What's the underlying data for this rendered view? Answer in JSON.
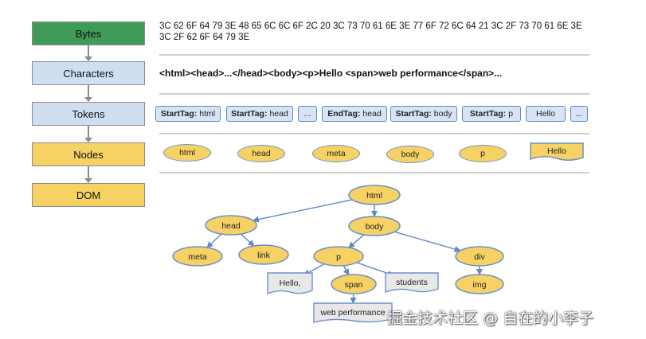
{
  "stages": [
    "Bytes",
    "Characters",
    "Tokens",
    "Nodes",
    "DOM"
  ],
  "bytes_text": "3C 62 6F 64 79 3E 48 65 6C 6C 6F 2C 20 3C 73 70 61 6E 3E 77 6F 72 6C 64 21 3C 2F 73 70 61 6E 3E 3C 2F 62 6F 64 79 3E",
  "characters_text": "<html><head>...</head><body><p>Hello <span>web performance</span>...",
  "tokens": [
    {
      "tag": "StartTag:",
      "value": "html"
    },
    {
      "tag": "StartTag:",
      "value": "head"
    },
    {
      "tag": "",
      "value": "..."
    },
    {
      "tag": "EndTag:",
      "value": "head"
    },
    {
      "tag": "StartTag:",
      "value": "body"
    },
    {
      "tag": "StartTag:",
      "value": "p"
    },
    {
      "tag": "",
      "value": "Hello"
    },
    {
      "tag": "",
      "value": "..."
    }
  ],
  "nodes": [
    "html",
    "head",
    "meta",
    "body",
    "p",
    "Hello"
  ],
  "dom_tree": {
    "nodes": [
      {
        "id": "html",
        "label": "html",
        "kind": "element"
      },
      {
        "id": "head",
        "label": "head",
        "kind": "element"
      },
      {
        "id": "body",
        "label": "body",
        "kind": "element"
      },
      {
        "id": "meta",
        "label": "meta",
        "kind": "element"
      },
      {
        "id": "link",
        "label": "link",
        "kind": "element"
      },
      {
        "id": "p",
        "label": "p",
        "kind": "element"
      },
      {
        "id": "div",
        "label": "div",
        "kind": "element"
      },
      {
        "id": "hello",
        "label": "Hello,",
        "kind": "text"
      },
      {
        "id": "span",
        "label": "span",
        "kind": "element"
      },
      {
        "id": "students",
        "label": "students",
        "kind": "text"
      },
      {
        "id": "img",
        "label": "img",
        "kind": "element"
      },
      {
        "id": "webperf",
        "label": "web performance",
        "kind": "text"
      }
    ],
    "edges": [
      [
        "html",
        "head"
      ],
      [
        "html",
        "body"
      ],
      [
        "head",
        "meta"
      ],
      [
        "head",
        "link"
      ],
      [
        "body",
        "p"
      ],
      [
        "body",
        "div"
      ],
      [
        "p",
        "hello"
      ],
      [
        "p",
        "span"
      ],
      [
        "p",
        "students"
      ],
      [
        "div",
        "img"
      ],
      [
        "span",
        "webperf"
      ]
    ]
  },
  "watermark": "掘金技术社区 @ 自在的小李子",
  "colors": {
    "bytes_stage": "#3f9b57",
    "blue_stage": "#cfdff1",
    "yellow_stage": "#f6d163",
    "token_fill": "#d6e4f5",
    "token_border": "#5b88c7",
    "node_fill": "#f6d163",
    "node_border": "#6f8fc8",
    "tree_edge": "#5b88c7",
    "text_node_fill": "#e8e8e8"
  }
}
